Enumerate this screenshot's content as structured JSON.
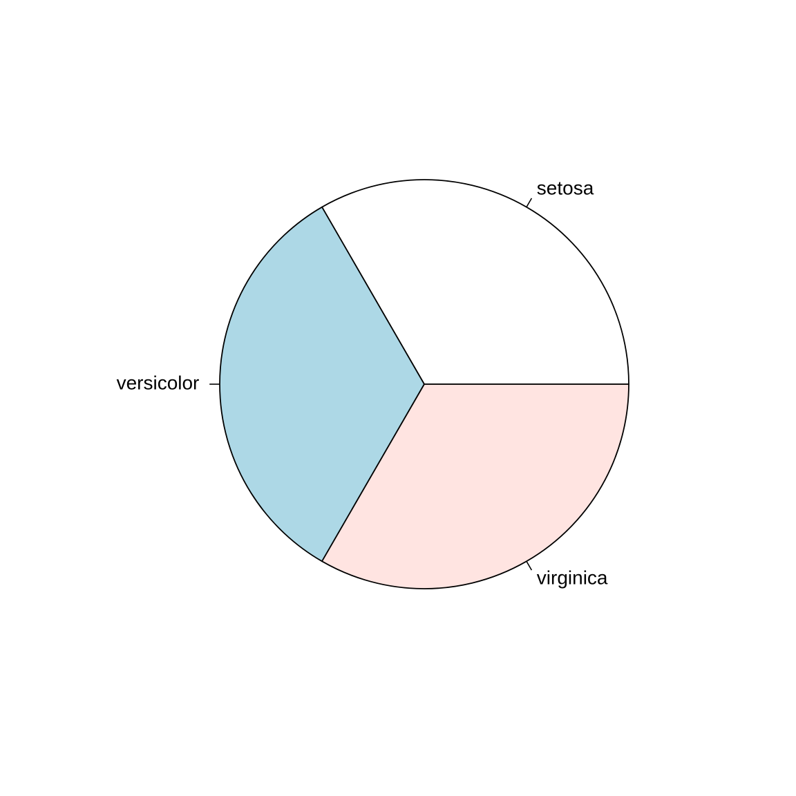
{
  "chart_data": {
    "type": "pie",
    "categories": [
      "setosa",
      "versicolor",
      "virginica"
    ],
    "values": [
      50,
      50,
      50
    ],
    "colors": [
      "#FFFFFF",
      "#ADD8E6",
      "#FFE4E1"
    ],
    "start_angle_degrees": 0,
    "direction": "counterclockwise",
    "title": "",
    "legend": "none"
  }
}
